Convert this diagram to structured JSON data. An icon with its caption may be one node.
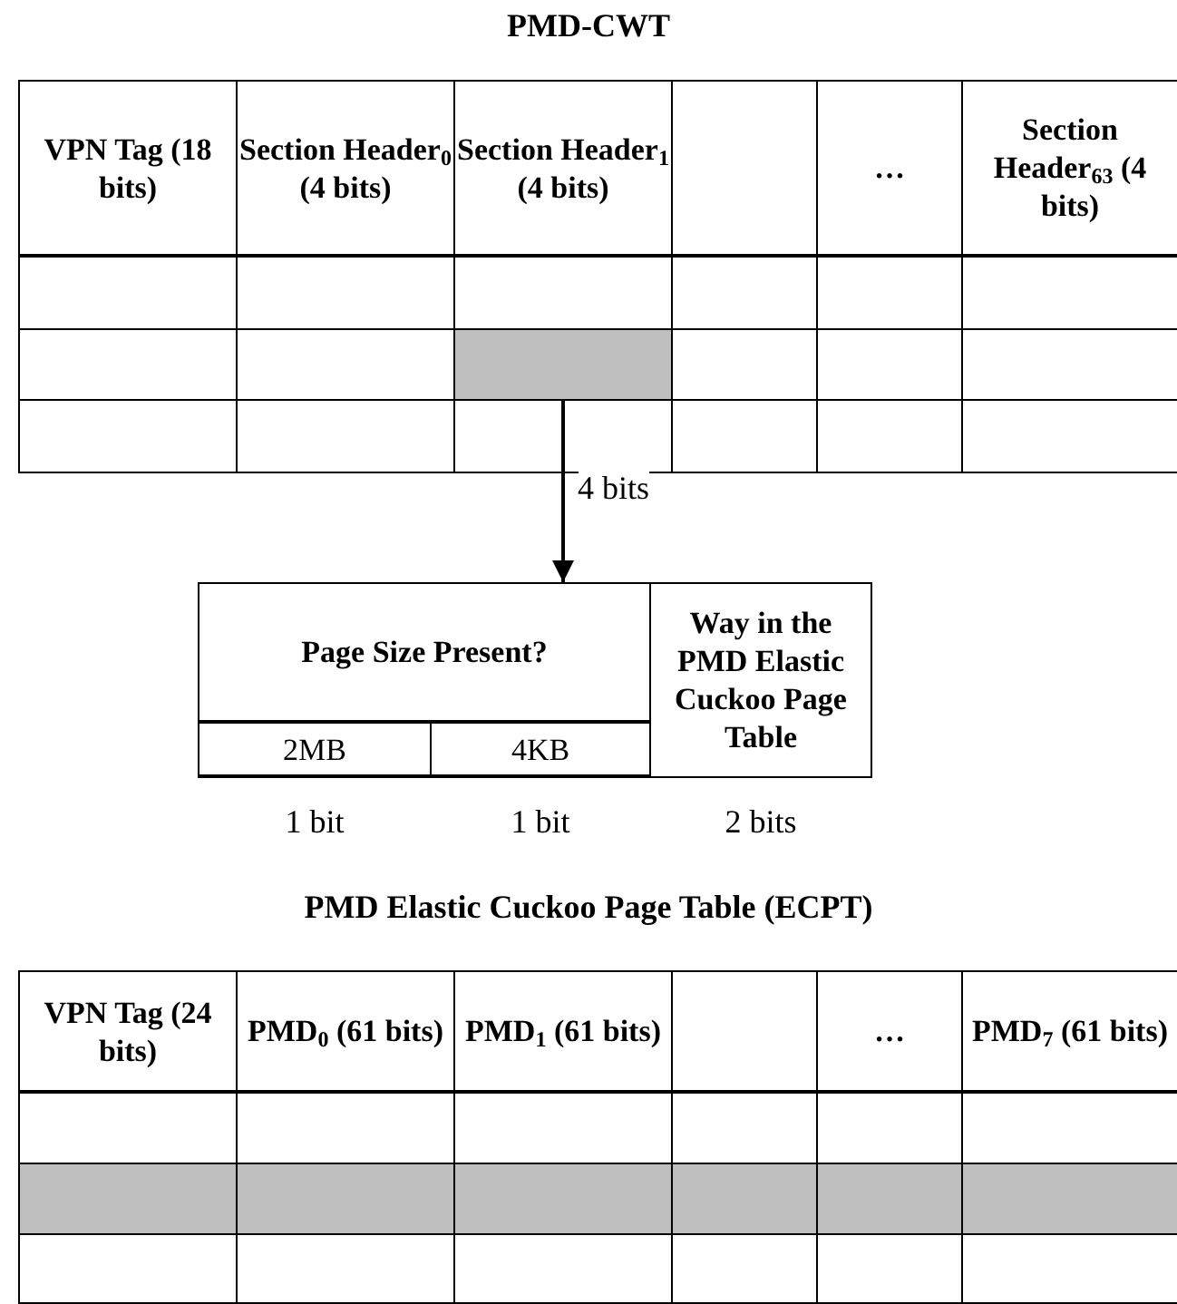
{
  "diagram": {
    "nodes": [
      {
        "text": [
          "PMD-CWT"
        ]
      },
      {
        "text": [],
        "shape": "box",
        "in": 0
      },
      {
        "text": [
          "Page Size Present?",
          "2MB",
          "4KB",
          "Way in the PMD Elastic Cuckoo Page Table"
        ],
        "beside": [
          "1 bit",
          "1 bit",
          "2 bits"
        ]
      },
      {
        "text": [
          "PMD Elastic Cuckoo Page Table (ECPT)"
        ]
      }
    ],
    "edges": [
      {
        "from": 1,
        "to": 2,
        "arrow": "to",
        "label": "4 bits"
      }
    ],
    "labels": [
      "VPN Tag (18 bits)",
      "Section Header$_{0}$ (4 bits)",
      "Section Header$_{1}$ (4 bits)",
      "…",
      "Section Header$_{63}$ (4 bits)",
      "VPN Tag (24 bits)",
      "PMD$_{0}$ (61 bits)",
      "PMD$_{1}$ (61 bits)",
      "…",
      "PMD$_{7}$ (61 bits)"
    ]
  }
}
